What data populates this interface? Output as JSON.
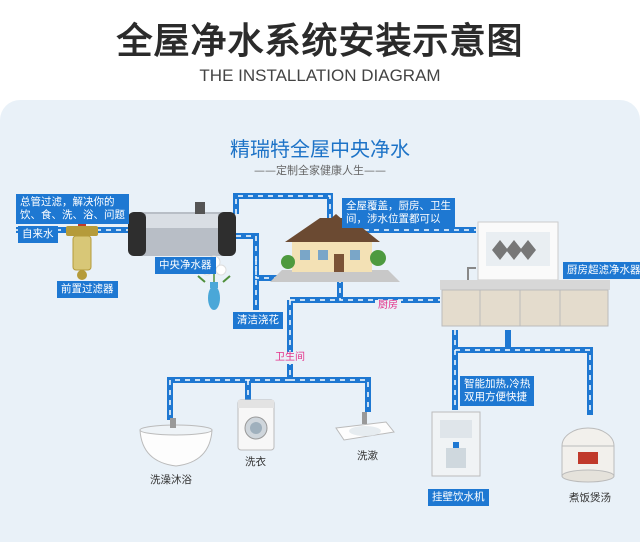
{
  "header": {
    "title": "全屋净水系统安装示意图",
    "subtitle": "THE INSTALLATION DIAGRAM"
  },
  "brand": {
    "name": "精瑞特全屋中央净水",
    "slogan": "——定制全家健康人生——"
  },
  "notes": {
    "inlet_note": [
      "总管过滤，解决你的",
      "饮、食、洗、浴、问题"
    ],
    "coverage_note": [
      "全屋覆盖，厨房、卫生",
      "间，涉水位置都可以"
    ],
    "heating_note": [
      "智能加热,冷热",
      "双用方便快捷"
    ]
  },
  "labels": {
    "inlet": "自来水",
    "prefilter": "前置过滤器",
    "central_purifier": "中央净水器",
    "garden": "清洁浇花",
    "kitchen_filter": "厨房超滤净水器",
    "wall_dispenser": "挂壁饮水机"
  },
  "tags": {
    "kitchen": "厨房",
    "bathroom": "卫生间"
  },
  "captions": {
    "bath": "洗澡沐浴",
    "laundry": "洗衣",
    "wash": "洗漱",
    "cooking": "煮饭煲汤"
  },
  "colors": {
    "pipe": "#1e78d2",
    "pipe_dash": "#ffffff",
    "label_bg": "#1e78d2",
    "tag_text": "#e4328a",
    "brand": "#1d73c7",
    "panel_bg": "#e9f1f8"
  }
}
